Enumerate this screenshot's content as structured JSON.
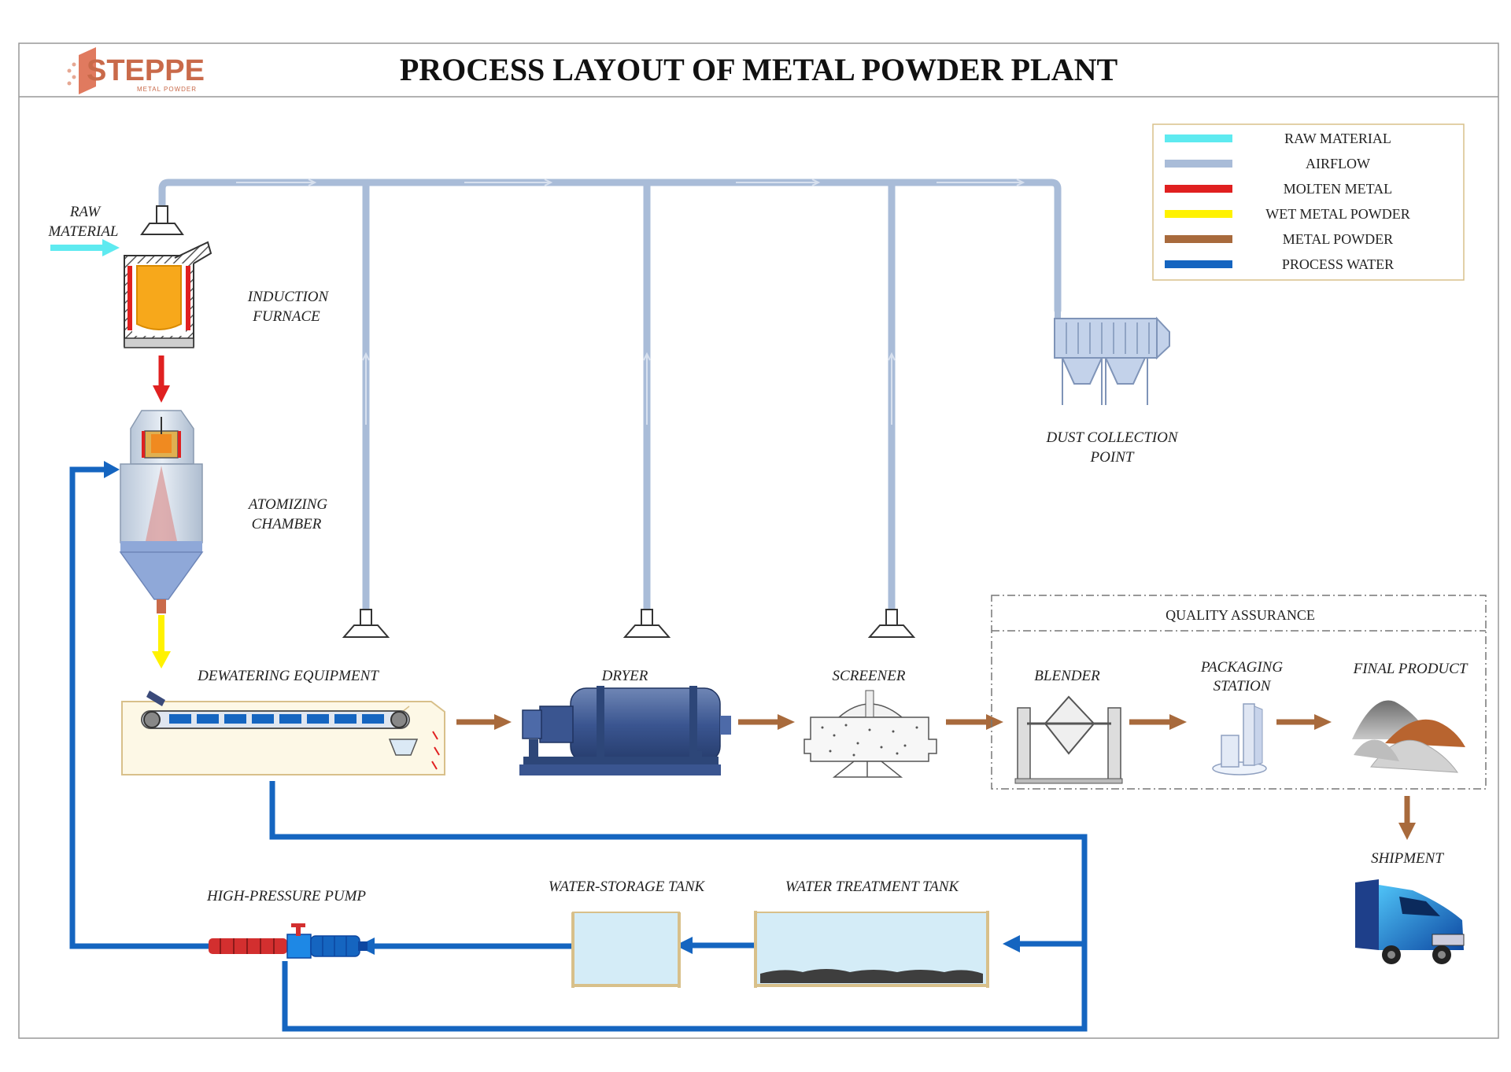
{
  "header": {
    "logo_text": "STEPPE",
    "logo_subtext": "METAL POWDER",
    "title": "PROCESS LAYOUT OF METAL POWDER PLANT"
  },
  "legend": [
    {
      "label": "RAW MATERIAL",
      "color": "#5eeaf0"
    },
    {
      "label": "AIRFLOW",
      "color": "#a9bcd8"
    },
    {
      "label": "MOLTEN METAL",
      "color": "#e02020"
    },
    {
      "label": "WET METAL POWDER",
      "color": "#fff200"
    },
    {
      "label": "METAL POWDER",
      "color": "#a86a3c"
    },
    {
      "label": "PROCESS WATER",
      "color": "#1565c0"
    }
  ],
  "labels": {
    "raw_material_1": "RAW",
    "raw_material_2": "MATERIAL",
    "induction_furnace_1": "INDUCTION",
    "induction_furnace_2": "FURNACE",
    "atomizing_chamber_1": "ATOMIZING",
    "atomizing_chamber_2": "CHAMBER",
    "dewatering": "DEWATERING EQUIPMENT",
    "dryer": "DRYER",
    "screener": "SCREENER",
    "quality_assurance": "QUALITY ASSURANCE",
    "blender": "BLENDER",
    "packaging_1": "PACKAGING",
    "packaging_2": "STATION",
    "final_product": "FINAL PRODUCT",
    "shipment": "SHIPMENT",
    "dust_collection_1": "DUST COLLECTION",
    "dust_collection_2": "POINT",
    "high_pressure_pump": "HIGH-PRESSURE PUMP",
    "water_storage": "WATER-STORAGE TANK",
    "water_treatment": "WATER TREATMENT TANK"
  },
  "colors": {
    "raw_material": "#5eeaf0",
    "airflow": "#a9bcd8",
    "molten_metal": "#e02020",
    "wet_powder": "#fff200",
    "metal_powder": "#a86a3c",
    "process_water": "#1565c0",
    "brand": "#c96a4a"
  }
}
